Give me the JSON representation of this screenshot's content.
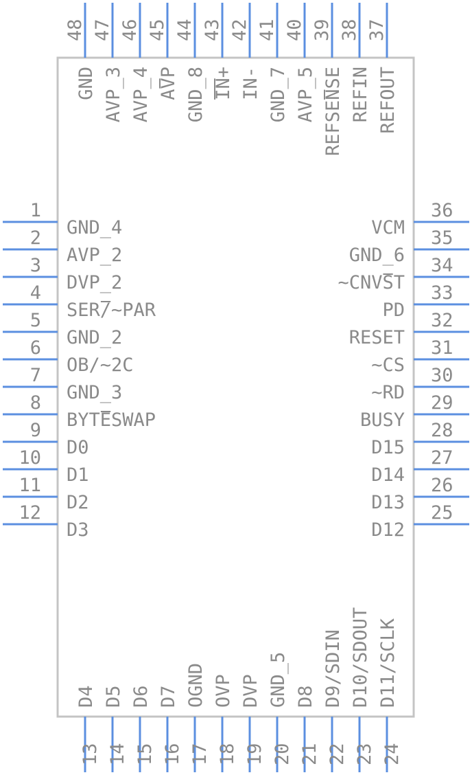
{
  "component": {
    "pin_color": "#5b8fe0",
    "body_color": "#c4c4c4",
    "text_color": "#8a8a8a"
  },
  "pins": {
    "left": [
      {
        "num": "1",
        "name": "GND_4"
      },
      {
        "num": "2",
        "name": "AVP_2"
      },
      {
        "num": "3",
        "name": "DVP_2"
      },
      {
        "num": "4",
        "name": "SER/~PAR"
      },
      {
        "num": "5",
        "name": "GND_2"
      },
      {
        "num": "6",
        "name": "OB/~2C"
      },
      {
        "num": "7",
        "name": "GND_3"
      },
      {
        "num": "8",
        "name": "BYTESWAP"
      },
      {
        "num": "9",
        "name": "D0"
      },
      {
        "num": "10",
        "name": "D1"
      },
      {
        "num": "11",
        "name": "D2"
      },
      {
        "num": "12",
        "name": "D3"
      }
    ],
    "bottom": [
      {
        "num": "13",
        "name": "D4"
      },
      {
        "num": "14",
        "name": "D5"
      },
      {
        "num": "15",
        "name": "D6"
      },
      {
        "num": "16",
        "name": "D7"
      },
      {
        "num": "17",
        "name": "OGND"
      },
      {
        "num": "18",
        "name": "OVP"
      },
      {
        "num": "19",
        "name": "DVP"
      },
      {
        "num": "20",
        "name": "GND_5"
      },
      {
        "num": "21",
        "name": "D8"
      },
      {
        "num": "22",
        "name": "D9/SDIN"
      },
      {
        "num": "23",
        "name": "D10/SDOUT"
      },
      {
        "num": "24",
        "name": "D11/SCLK"
      }
    ],
    "right": [
      {
        "num": "36",
        "name": "VCM"
      },
      {
        "num": "35",
        "name": "GND_6"
      },
      {
        "num": "34",
        "name": "~CNVST"
      },
      {
        "num": "33",
        "name": "PD"
      },
      {
        "num": "32",
        "name": "RESET"
      },
      {
        "num": "31",
        "name": "~CS"
      },
      {
        "num": "30",
        "name": "~RD"
      },
      {
        "num": "29",
        "name": "BUSY"
      },
      {
        "num": "28",
        "name": "D15"
      },
      {
        "num": "27",
        "name": "D14"
      },
      {
        "num": "26",
        "name": "D13"
      },
      {
        "num": "25",
        "name": "D12"
      }
    ],
    "top": [
      {
        "num": "48",
        "name": "GND"
      },
      {
        "num": "47",
        "name": "AVP_3"
      },
      {
        "num": "46",
        "name": "AVP_4"
      },
      {
        "num": "45",
        "name": "AVP"
      },
      {
        "num": "44",
        "name": "GND_8"
      },
      {
        "num": "43",
        "name": "IN+"
      },
      {
        "num": "42",
        "name": "IN-"
      },
      {
        "num": "41",
        "name": "GND_7"
      },
      {
        "num": "40",
        "name": "AVP_5"
      },
      {
        "num": "39",
        "name": "REFSENSE"
      },
      {
        "num": "38",
        "name": "REFIN"
      },
      {
        "num": "37",
        "name": "REFOUT"
      }
    ]
  }
}
